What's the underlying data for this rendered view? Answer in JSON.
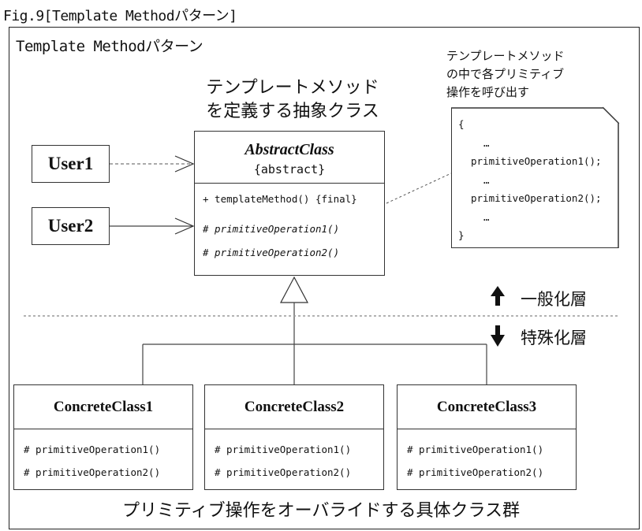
{
  "figure_caption": "Fig.9[Template Methodパターン]",
  "frame_title": "Template Methodパターン",
  "abstract_heading": [
    "テンプレートメソッド",
    "を定義する抽象クラス"
  ],
  "note_caption": [
    "テンプレートメソッド",
    "の中で各プリミティブ",
    "操作を呼び出す"
  ],
  "users": [
    "User1",
    "User2"
  ],
  "abstract_class": {
    "name": "AbstractClass",
    "stereotype": "{abstract}",
    "template_method": "+ templateMethod() {final}",
    "primitive_ops": [
      "# primitiveOperation1()",
      "# primitiveOperation2()"
    ]
  },
  "note_code": [
    "{",
    "…",
    "primitiveOperation1();",
    "…",
    "primitiveOperation2();",
    "…",
    "}"
  ],
  "layers": {
    "upper": "一般化層",
    "lower": "特殊化層"
  },
  "concrete_classes": [
    {
      "name": "ConcreteClass1",
      "ops": [
        "# primitiveOperation1()",
        "# primitiveOperation2()"
      ]
    },
    {
      "name": "ConcreteClass2",
      "ops": [
        "# primitiveOperation1()",
        "# primitiveOperation2()"
      ]
    },
    {
      "name": "ConcreteClass3",
      "ops": [
        "# primitiveOperation1()",
        "# primitiveOperation2()"
      ]
    }
  ],
  "bottom_caption": "プリミティブ操作をオーバライドする具体クラス群"
}
